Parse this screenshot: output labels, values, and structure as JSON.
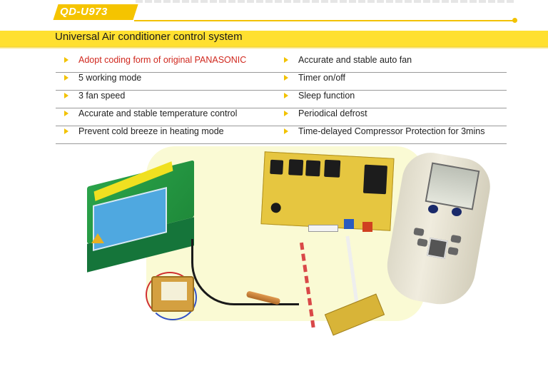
{
  "header": {
    "model": "QD-U973",
    "title": "Universal Air conditioner control system"
  },
  "features": {
    "left": [
      "Adopt coding form of original PANASONIC",
      "5 working mode",
      "3 fan speed",
      "Accurate and stable temperature control",
      "Prevent cold breeze in heating mode"
    ],
    "right": [
      "Accurate and stable auto fan",
      "Timer on/off",
      "Sleep function",
      "Periodical defrost",
      "Time-delayed Compressor Protection for 3mins"
    ]
  },
  "colors": {
    "accent": "#f5c400",
    "band": "#ffe030",
    "highlight_text": "#d0281e"
  },
  "product_image": {
    "items": [
      "package-box",
      "control-board",
      "temperature-sensor",
      "transformer",
      "display-board",
      "remote-control"
    ]
  }
}
